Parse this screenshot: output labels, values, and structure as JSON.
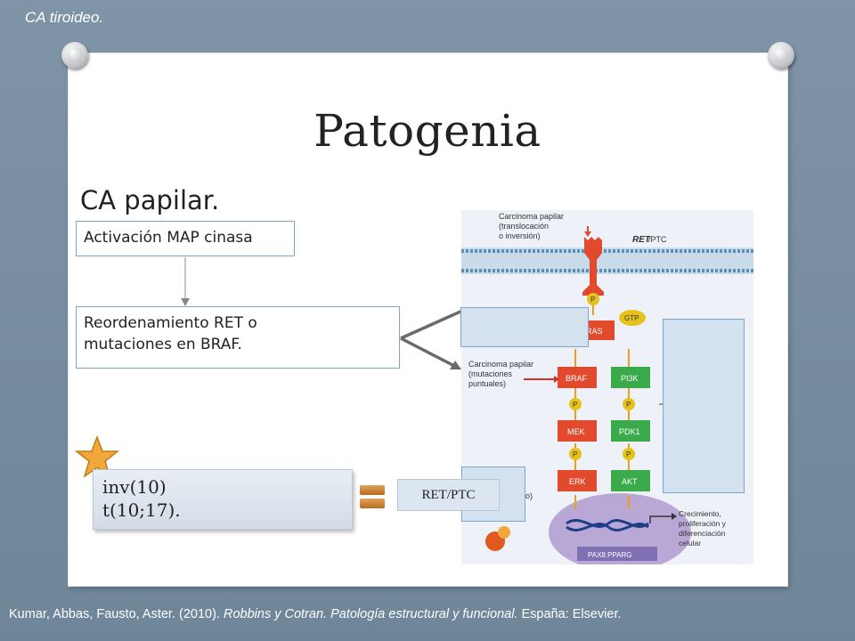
{
  "header": {
    "breadcrumb": "CA tiroideo."
  },
  "slide": {
    "title": "Patogenia",
    "subtitle": "CA papilar.",
    "box_activation": "Activación MAP cinasa",
    "box_rearrangement_1": "Reordenamiento RET o",
    "box_rearrangement_2": "mutaciones en BRAF.",
    "gene_line_1": "inv(10)",
    "gene_line_2": "t(10;17).",
    "equals_label": "RET/PTC"
  },
  "figure": {
    "label_top_1": "Carcinoma papilar",
    "label_top_2": "(translocación",
    "label_top_3": "o inversión)",
    "receptor": "RET",
    "receptor_suffix": "/PTC",
    "label_mid_1": "Carcinoma papilar",
    "label_mid_2": "(mutaciones",
    "label_mid_3": "puntuales)",
    "phospho": "P",
    "gtp": "GTP",
    "ras": "RAS",
    "braf": "BRAF",
    "pi3k": "PI3K",
    "mek": "MEK",
    "pdk1": "PDK1",
    "erk": "ERK",
    "akt": "AKT",
    "paren": "o)",
    "pax8": "PAX8:PPARG",
    "outcome_1": "Crecimiento,",
    "outcome_2": "proliferación y",
    "outcome_3": "diferenciación",
    "outcome_4": "celular"
  },
  "citation": {
    "authors": "Kumar, Abbas, Fausto, Aster. (2010). ",
    "book": "Robbins y Cotran. Patología estructural y funcional.",
    "publisher": " España: Elsevier."
  },
  "colors": {
    "background": "#7f94a6",
    "box_border": "#7ea6cc",
    "kinase_red": "#e24a2e",
    "kinase_green": "#3aaa4a",
    "phospho_yellow": "#e6c21a",
    "receptor_red": "#e24a2e"
  },
  "icons": [
    "pushpin-icon",
    "star-icon",
    "equals-icon",
    "arrow-icon"
  ]
}
